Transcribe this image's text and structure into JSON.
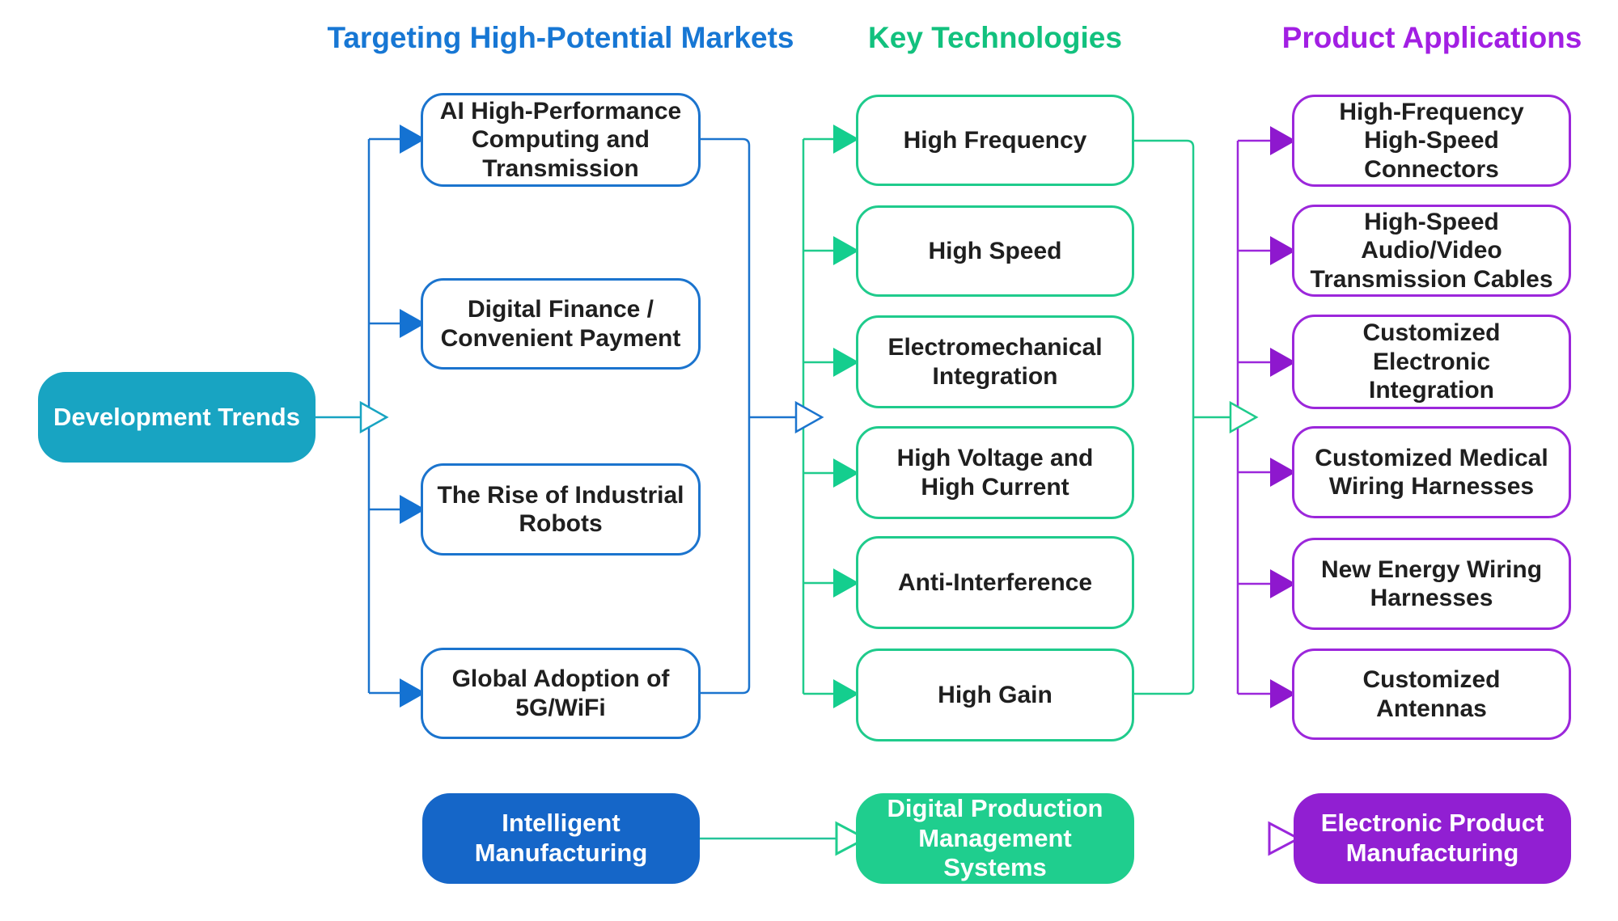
{
  "root": {
    "label": "Development Trends"
  },
  "columns": [
    {
      "id": "markets",
      "header": "Targeting High-Potential Markets",
      "header_color": "#1777D4",
      "accent_color": "#1B74CE",
      "items": [
        {
          "label": "AI High-Performance Computing and Transmission"
        },
        {
          "label": "Digital Finance / Convenient Payment"
        },
        {
          "label": "The Rise of Industrial Robots"
        },
        {
          "label": "Global Adoption of 5G/WiFi"
        }
      ]
    },
    {
      "id": "technologies",
      "header": "Key Technologies",
      "header_color": "#12C17E",
      "accent_color": "#1FCB8C",
      "items": [
        {
          "label": "High Frequency"
        },
        {
          "label": "High Speed"
        },
        {
          "label": "Electromechanical Integration"
        },
        {
          "label": "High Voltage and High Current"
        },
        {
          "label": "Anti-Interference"
        },
        {
          "label": "High Gain"
        }
      ]
    },
    {
      "id": "applications",
      "header": "Product Applications",
      "header_color": "#A21FE3",
      "accent_color": "#9C27DB",
      "items": [
        {
          "label": "High-Frequency High-Speed Connectors"
        },
        {
          "label": "High-Speed Audio/Video Transmission Cables"
        },
        {
          "label": "Customized Electronic Integration"
        },
        {
          "label": "Customized Medical Wiring Harnesses"
        },
        {
          "label": "New Energy Wiring Harnesses"
        },
        {
          "label": "Customized Antennas"
        }
      ]
    }
  ],
  "bottom_row": [
    {
      "label": "Intelligent Manufacturing",
      "fill": "#1566C8"
    },
    {
      "label": "Digital Production Management Systems",
      "fill": "#1FCE8E"
    },
    {
      "label": "Electronic Product Manufacturing",
      "fill": "#911FD2"
    }
  ],
  "colors": {
    "root_fill": "#18A4C2",
    "blue_line": "#1B74CE",
    "blue_arrowhead": "#1472D2",
    "green_line": "#1FCB8C",
    "green_arrowhead": "#14CE8E",
    "purple_line": "#9C27DB",
    "purple_arrowhead": "#8E18CE",
    "teal_connector": "#25C49A",
    "box_text": "#1F1F1F",
    "background": "#FFFFFF"
  }
}
